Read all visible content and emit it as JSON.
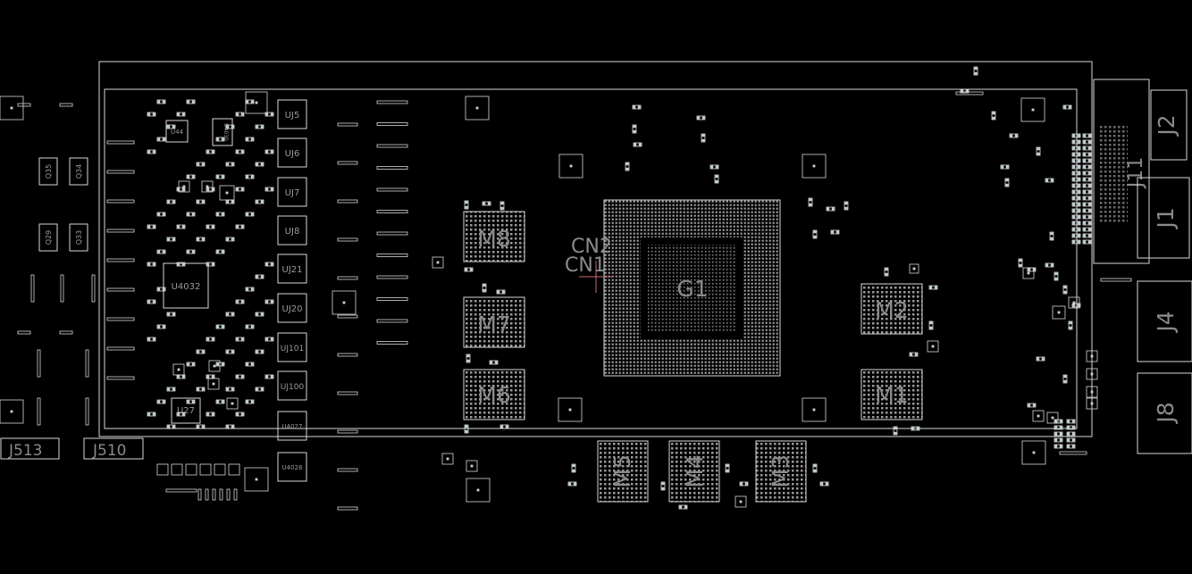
{
  "colors": {
    "background": "#000000",
    "outline": "#d8d8d8",
    "pad": "#8fd0d6",
    "label": "#8a8a8a",
    "cursor": "#c46a6a"
  },
  "labels": {
    "G1": "G1",
    "CN2": "CN2",
    "CN1": "CN1",
    "M1": "M1",
    "M2": "M2",
    "M3": "M3",
    "M4": "M4",
    "M5": "M5",
    "M6": "M6",
    "M7": "M7",
    "M8": "M8",
    "J1": "J1",
    "J2": "J2",
    "J4": "J4",
    "J8": "J8",
    "J11": "J11",
    "J513": "J513",
    "J510": "J510",
    "U4032": "U4032",
    "U27": "U27",
    "U44": "U44",
    "U4030": "U4030",
    "UJ5": "UJ5",
    "UJ6": "UJ6",
    "UJ7": "UJ7",
    "UJ8": "UJ8",
    "UJ21": "UJ21",
    "UJ20": "UJ20",
    "UJ101": "UJ101",
    "UJ100": "UJ100",
    "U4027": "U4027",
    "U4028": "U4028",
    "Q35": "Q35",
    "Q34": "Q34",
    "Q29": "Q29",
    "Q33": "Q33"
  }
}
